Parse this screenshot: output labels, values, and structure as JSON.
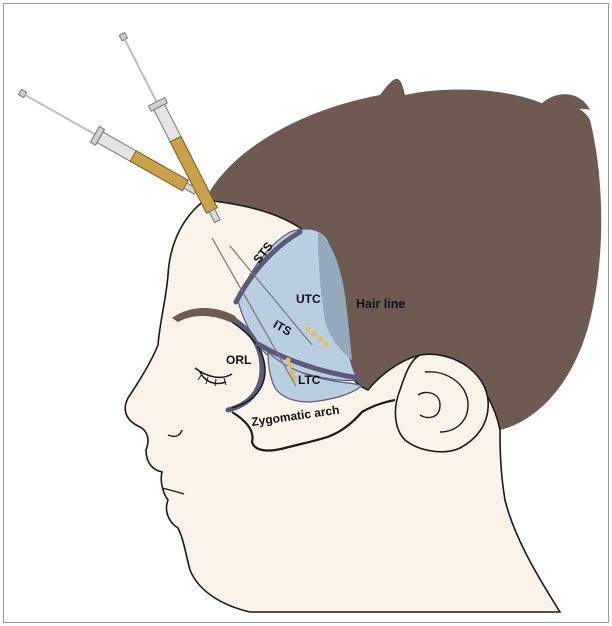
{
  "figure": {
    "labels": {
      "sts": "STS",
      "utc": "UTC",
      "hair_line": "Hair line",
      "its": "ITS",
      "orl": "ORL",
      "ltc": "LTC",
      "zygomatic_arch": "Zygomatic arch"
    },
    "colors": {
      "hair": "#6e5a51",
      "skin": "#fbf3ea",
      "outline": "#1a1a1a",
      "temporal_compartment": "#b9cfe0",
      "septum": "#5a5a7a",
      "syringe_barrel": "#c9a14a",
      "syringe_plastic": "#d7d7d7",
      "injection_dots": "#e8b85a"
    }
  }
}
